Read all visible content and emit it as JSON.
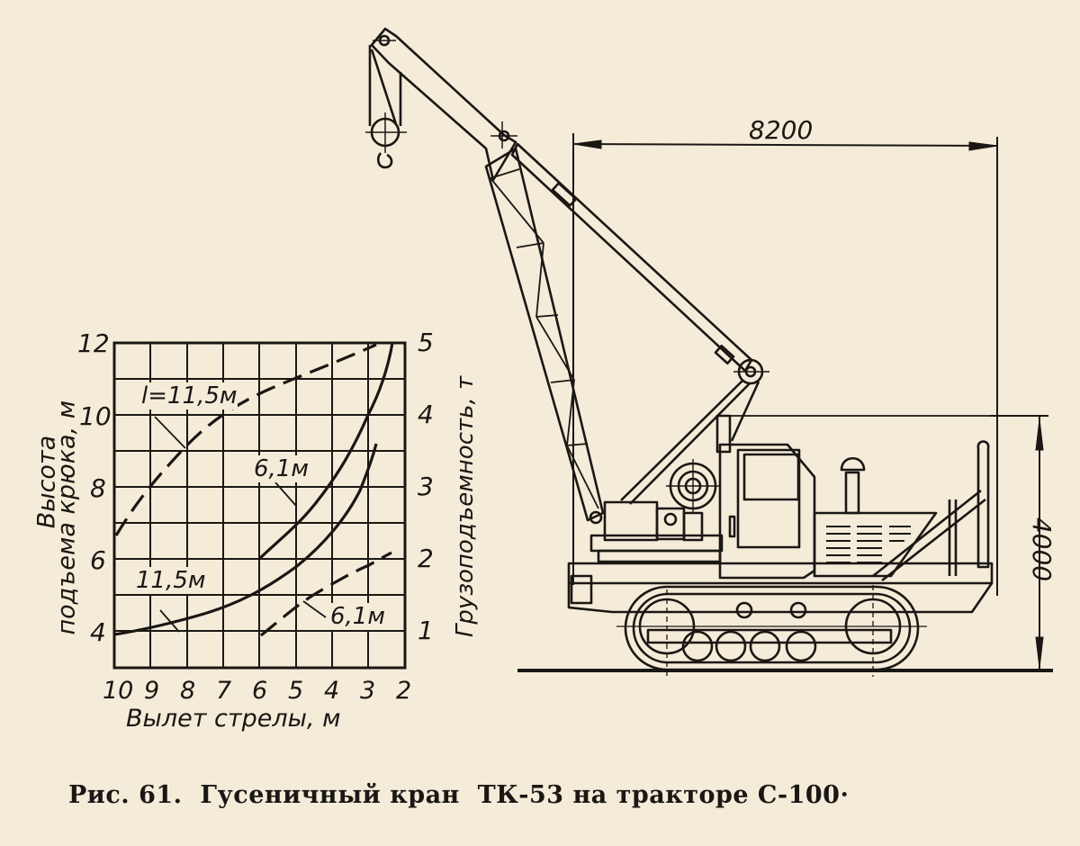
{
  "figure": {
    "caption": "Рис. 61.  Гусеничный кран  ТК-53 на тракторе С-100·",
    "caption_parts": {
      "number": "Рис. 61.",
      "title": "Гусеничный кран  ТК-53 на тракторе С-100·"
    }
  },
  "drawing": {
    "dimension_width": "8200",
    "dimension_height": "4000",
    "subject": "crawler-crane-tk53-on-tractor-s100"
  },
  "chart_data": {
    "type": "line",
    "title": "",
    "xlabel": "Вылет стрелы, м",
    "ylabel": "Высота подъема крюка, м",
    "ylabel_right": "Грузоподъемность, т",
    "x_ticks": [
      "10",
      "9",
      "8",
      "7",
      "6",
      "5",
      "4",
      "3",
      "2"
    ],
    "y_ticks_left": [
      "4",
      "6",
      "8",
      "10",
      "12"
    ],
    "y_ticks_right": [
      "1",
      "2",
      "3",
      "4",
      "5"
    ],
    "xlim": [
      10,
      2
    ],
    "ylim_left": [
      3,
      12
    ],
    "ylim_right": [
      0.5,
      5
    ],
    "grid": true,
    "annotations": [
      "l=11,5м",
      "6,1м",
      "11,5м",
      "6,1м"
    ],
    "series": [
      {
        "name": "Высота подъема, l=11,5 м",
        "style": "solid",
        "axis": "left",
        "x": [
          10,
          9,
          8,
          7,
          6,
          5,
          4,
          3.3,
          3.0
        ],
        "y": [
          3.9,
          4.1,
          4.4,
          4.8,
          5.3,
          6.1,
          7.2,
          8.4,
          9.3
        ]
      },
      {
        "name": "Высота подъема, l=6,1 м",
        "style": "solid",
        "axis": "left",
        "x": [
          6,
          5,
          4,
          3,
          2.3
        ],
        "y": [
          6.0,
          7.3,
          8.7,
          10.3,
          12.0
        ]
      },
      {
        "name": "Грузоподъемность, l=11,5 м",
        "style": "dashed",
        "axis": "right",
        "x": [
          10,
          9,
          8,
          7,
          6,
          5,
          4,
          3
        ],
        "y": [
          2.35,
          3.05,
          3.55,
          4.0,
          4.3,
          4.6,
          4.8,
          5.0
        ]
      },
      {
        "name": "Грузоподъемность, l=6,1 м",
        "style": "dashed",
        "axis": "right",
        "x": [
          6,
          5,
          4,
          3,
          2.6
        ],
        "y": [
          0.95,
          1.4,
          1.8,
          2.1,
          2.3
        ]
      }
    ]
  },
  "chart_labels": {
    "x_axis": "Вылет стрелы, м",
    "y_axis_left_line1": "Высота",
    "y_axis_left_line2": "подъема крюка, м",
    "y_axis_right": "Грузоподъемность, т",
    "ann_l115": "l=11,5м",
    "ann_61_upper": "6,1м",
    "ann_115_lower": "11,5м",
    "ann_61_lower": "6,1м",
    "x_ticks": [
      "10",
      "9",
      "8",
      "7",
      "6",
      "5",
      "4",
      "3",
      "2"
    ],
    "y_left": [
      "12",
      "10",
      "8",
      "6",
      "4"
    ],
    "y_right": [
      "5",
      "4",
      "3",
      "2",
      "1"
    ]
  }
}
